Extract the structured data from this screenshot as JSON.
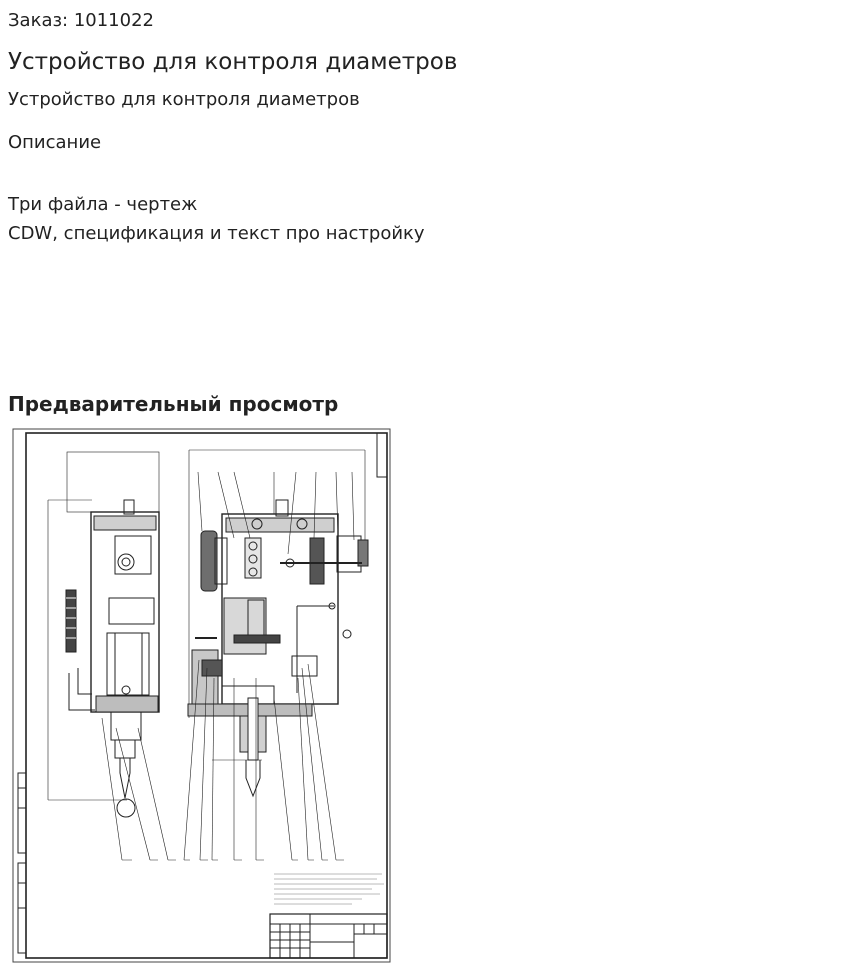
{
  "order": {
    "label": "Заказ: 1011022"
  },
  "product": {
    "title": "Устройство для контроля диаметров",
    "subtitle": "Устройство для контроля диаметров"
  },
  "description": {
    "heading": "Описание",
    "line1": "Три файла - чертеж",
    "line2": "CDW, спецификация и текст про настройку"
  },
  "preview": {
    "heading": "Предварительный просмотр"
  }
}
